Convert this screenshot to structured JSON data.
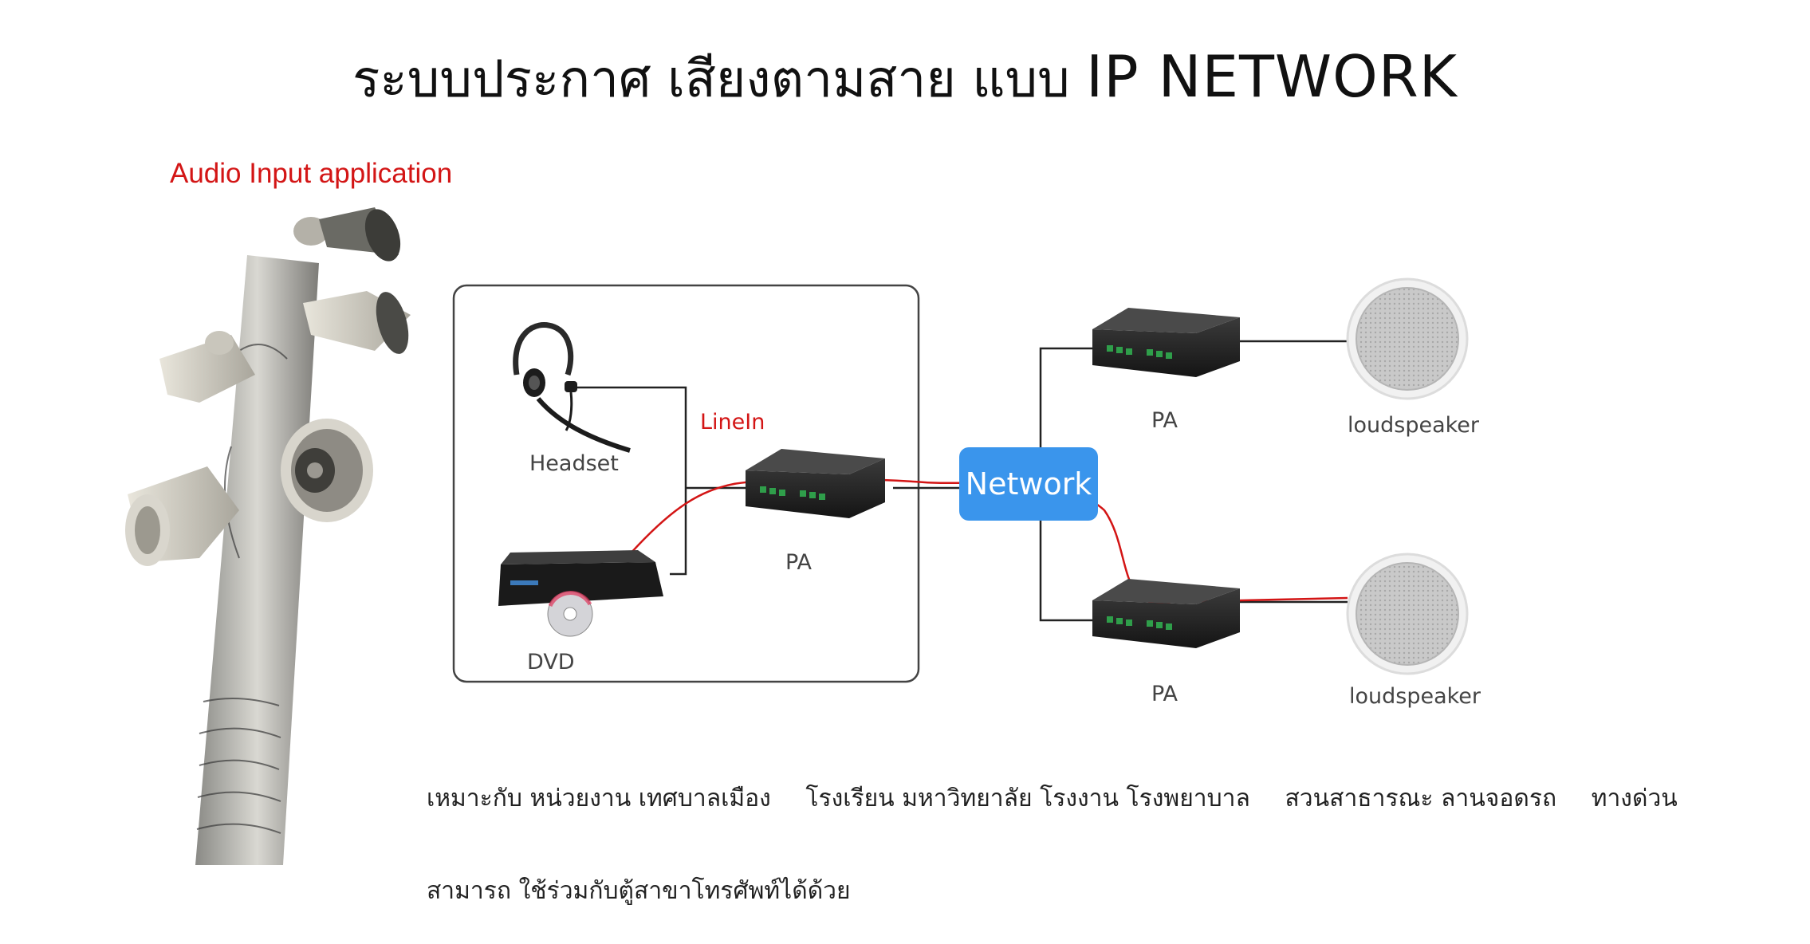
{
  "title": {
    "thai": "ระบบประกาศ เสียงตามสาย แบบ",
    "english": "IP NETWORK"
  },
  "audio_input_label": "Audio Input application",
  "diagram": {
    "headset_label": "Headset",
    "dvd_label": "DVD",
    "linein_label": "LineIn",
    "pa_center_label": "PA",
    "network_label": "Network",
    "pa_top_label": "PA",
    "pa_bottom_label": "PA",
    "speaker_top_label": "loudspeaker",
    "speaker_bottom_label": "loudspeaker",
    "signal_color": "#d31515",
    "network_color": "#3a95ec"
  },
  "description": {
    "line1": [
      "เหมาะกับ หน่วยงาน เทศบาลเมือง",
      "โรงเรียน มหาวิทยาลัย  โรงงาน  โรงพยาบาล",
      "สวนสาธารณะ  ลานจอดรถ",
      "ทางด่วน"
    ],
    "line2": "สามารถ ใช้ร่วมกับตู้สาขาโทรศัพท์ได้ด้วย"
  },
  "icons": [
    "pole-speakers-photo",
    "headset-icon",
    "dvd-player-icon",
    "pa-amplifier-icon",
    "ceiling-speaker-icon"
  ]
}
